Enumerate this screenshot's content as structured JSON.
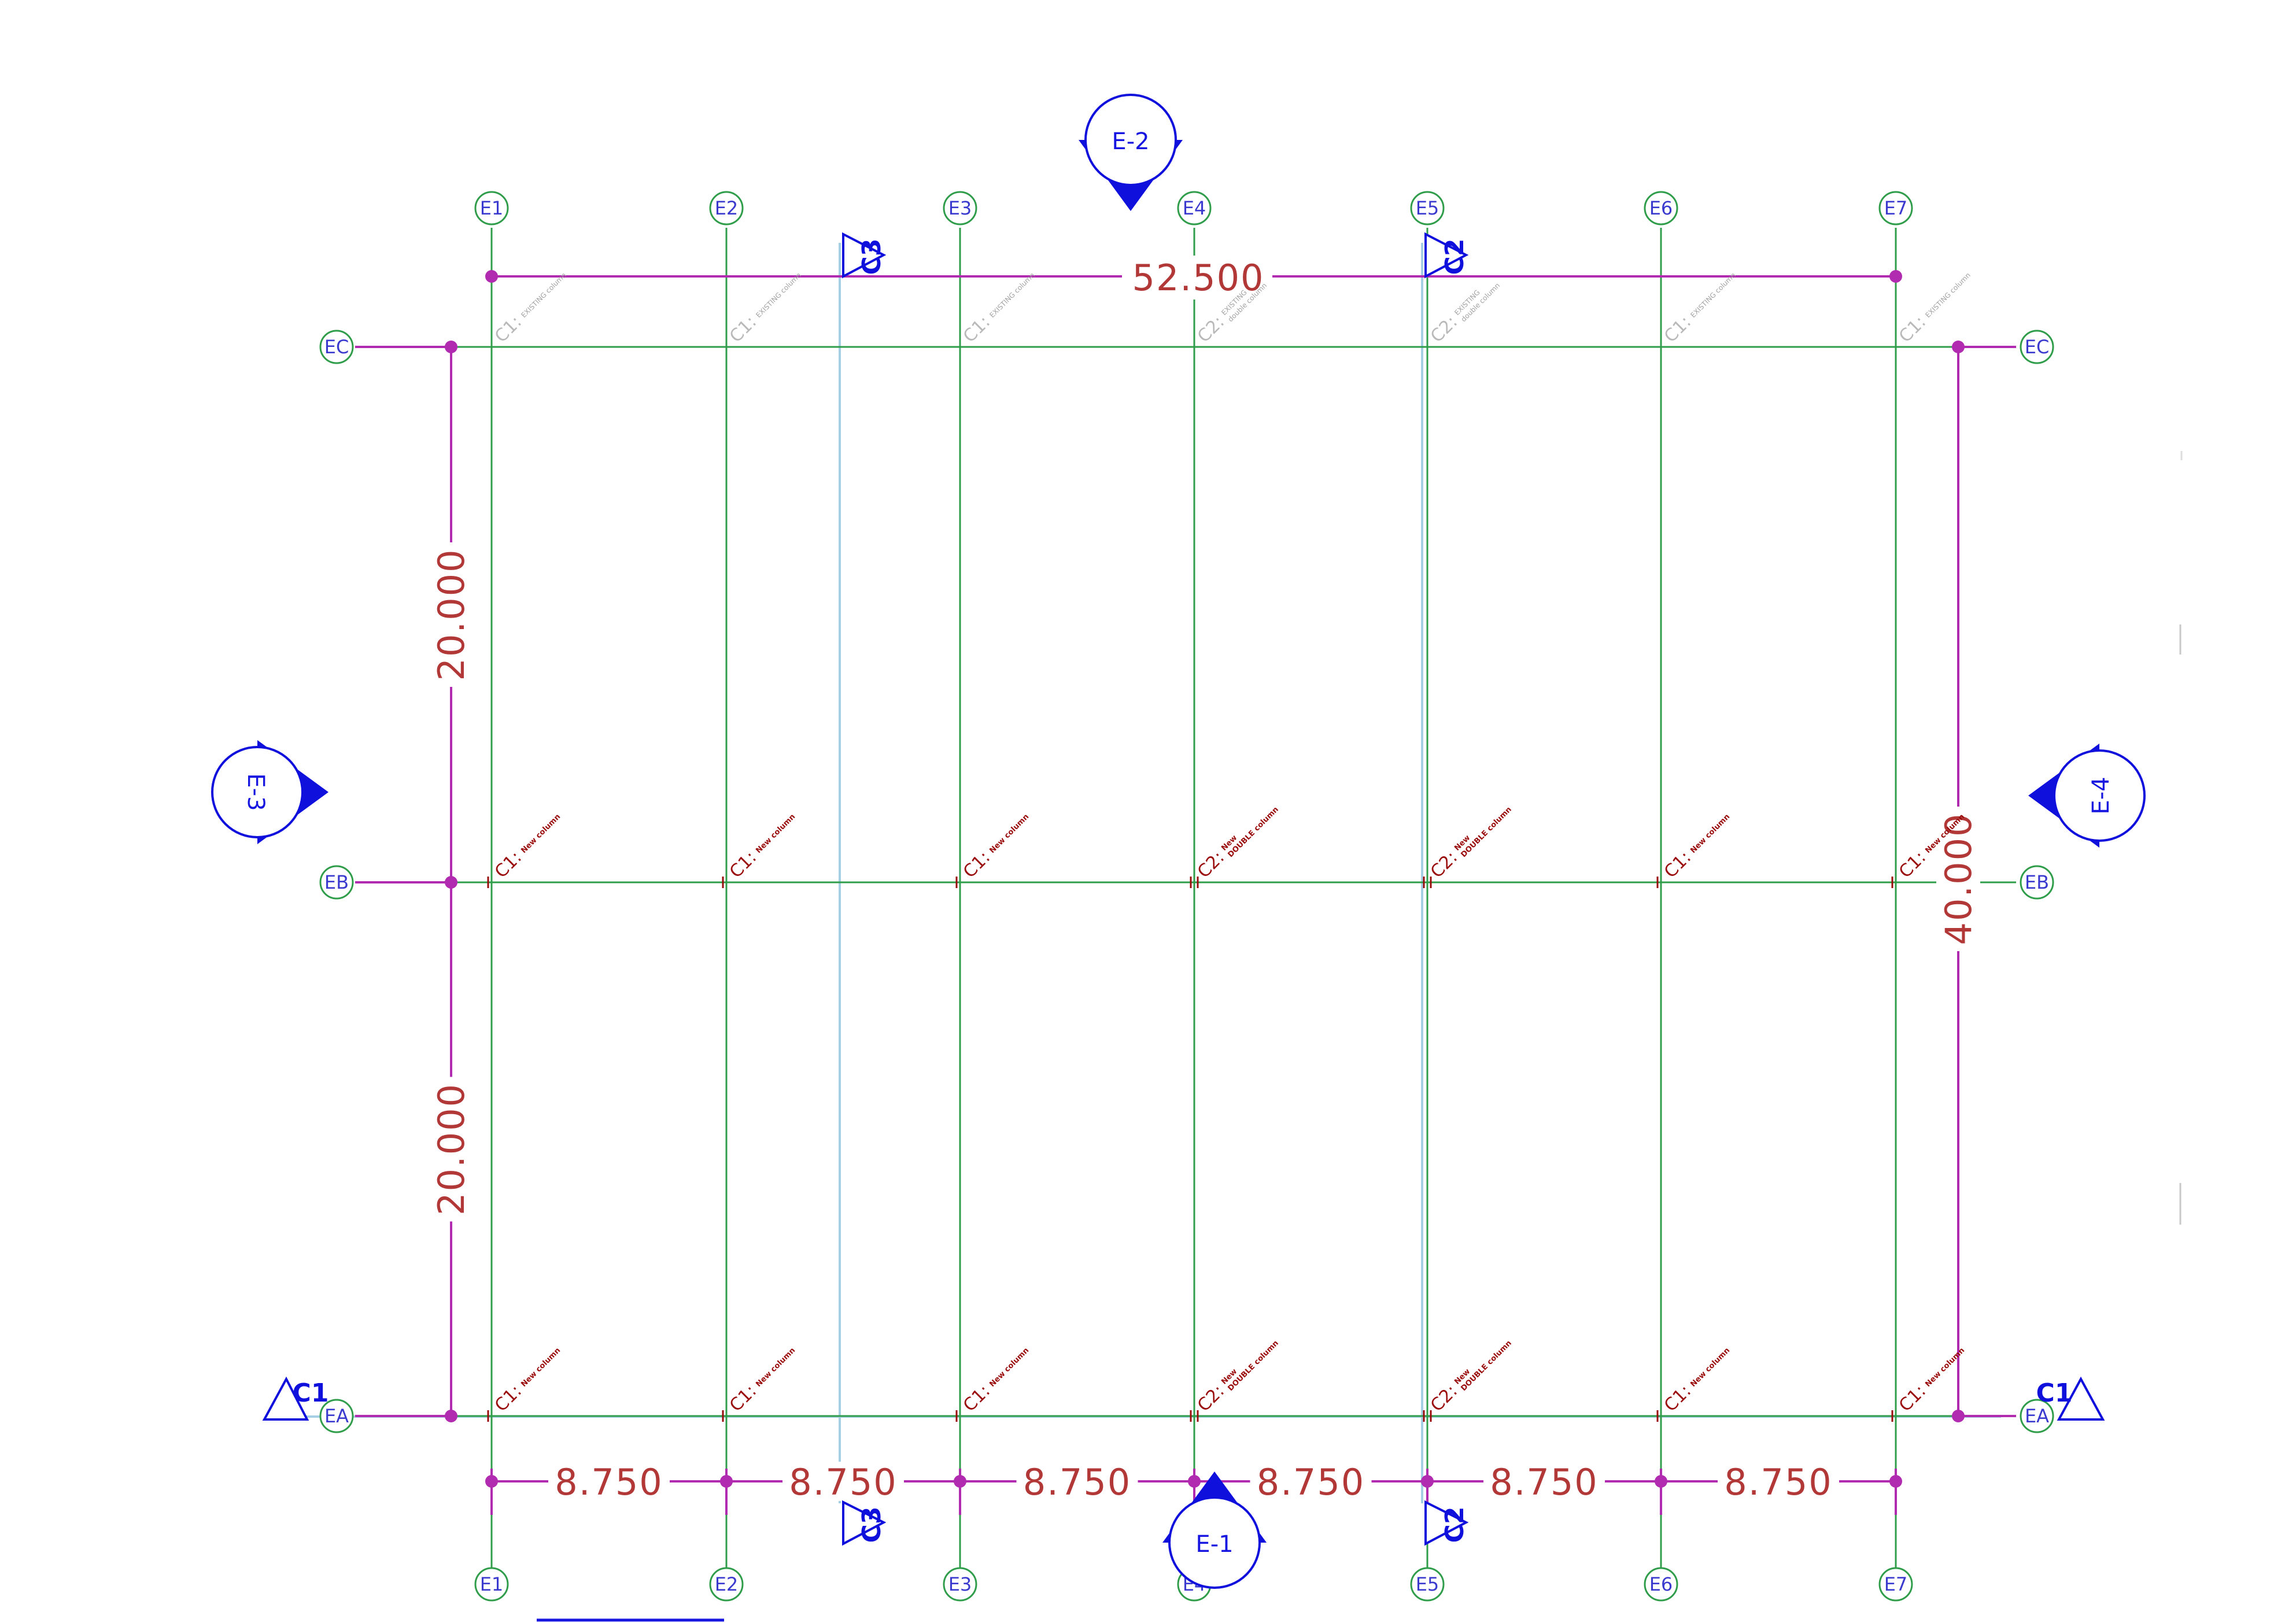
{
  "grid": {
    "columns": [
      "E1",
      "E2",
      "E3",
      "E4",
      "E5",
      "E6",
      "E7"
    ],
    "rows": [
      "EC",
      "EB",
      "EA"
    ]
  },
  "dimensions": {
    "overall_width": "52.500",
    "overall_height": "40.000",
    "bays": [
      "8.750",
      "8.750",
      "8.750",
      "8.750",
      "8.750",
      "8.750"
    ],
    "spans": [
      "20.000",
      "20.000"
    ]
  },
  "elevation_tags": [
    "E-1",
    "E-2",
    "E-3",
    "E-4"
  ],
  "section_markers": [
    "C1",
    "C2",
    "C3"
  ],
  "column_labels": {
    "c1": "C1:",
    "c2": "C2:",
    "new_column": "New column",
    "new": "New",
    "double_column": "DOUBLE column",
    "existing_column": "EXISTING column",
    "existing": "EXISTING",
    "double_column_lc": "double column"
  },
  "colors": {
    "grid_line": "#2f9d4a",
    "section_line": "#a7cfe3",
    "dimension_line": "#b02bb0",
    "dimension_text": "#b23838",
    "bubble_circle": "#2f9d4a",
    "bubble_text": "#3a3acf",
    "tag_blue": "#1010dd",
    "new_label": "#9a0c0c",
    "existing_label": "#b9b9b9"
  }
}
